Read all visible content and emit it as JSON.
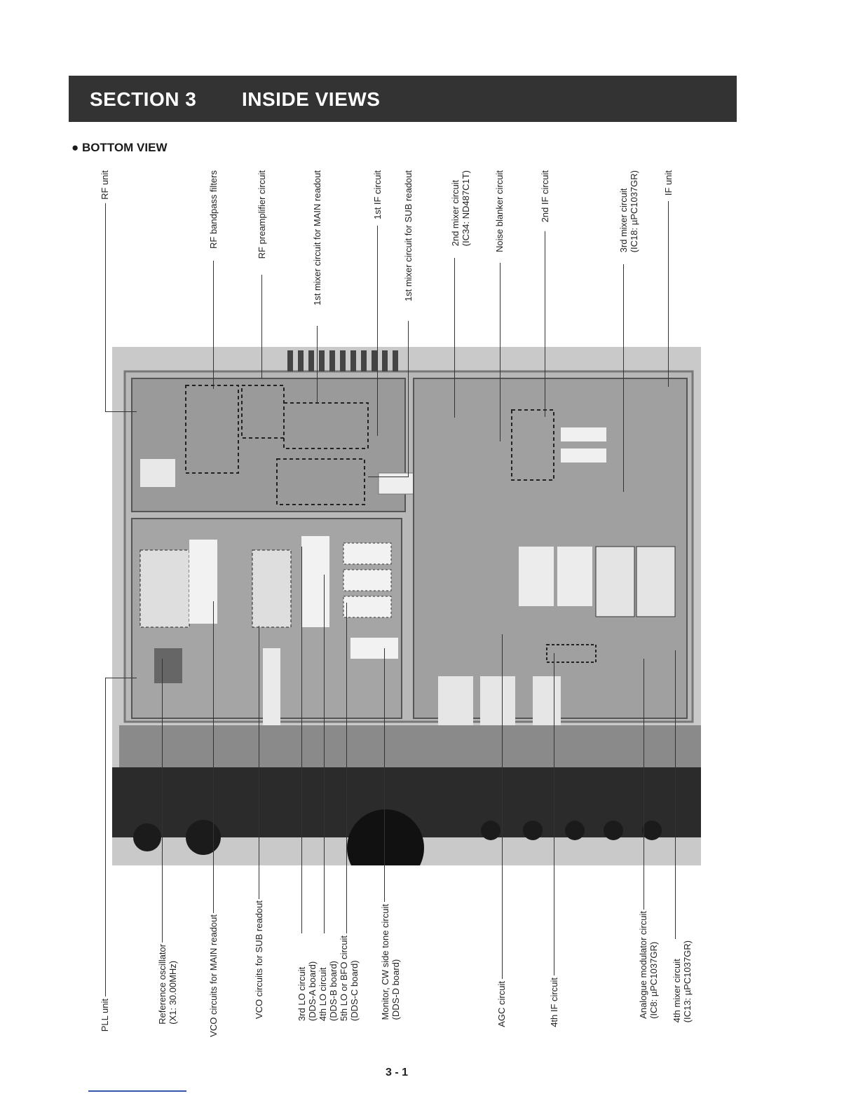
{
  "header": {
    "section": "SECTION  3",
    "title": "INSIDE VIEWS"
  },
  "subheading": "● BOTTOM VIEW",
  "top_labels": [
    {
      "lines": [
        "RF unit"
      ]
    },
    {
      "lines": [
        "RF bandpass filters"
      ]
    },
    {
      "lines": [
        "RF preamplifier circuit"
      ]
    },
    {
      "lines": [
        "1st mixer circuit for MAIN readout"
      ]
    },
    {
      "lines": [
        "1st IF circuit"
      ]
    },
    {
      "lines": [
        "1st mixer circuit for SUB readout"
      ]
    },
    {
      "lines": [
        "2nd mixer circuit",
        "(IC34: ND487C1T)"
      ]
    },
    {
      "lines": [
        "Noise blanker circuit"
      ]
    },
    {
      "lines": [
        "2nd IF circuit"
      ]
    },
    {
      "lines": [
        "3rd mixer circuit",
        "(IC18: µPC1037GR)"
      ]
    },
    {
      "lines": [
        "IF unit"
      ]
    }
  ],
  "bottom_labels": [
    {
      "lines": [
        "PLL unit"
      ]
    },
    {
      "lines": [
        "Reference oscillator",
        "(X1: 30.00MHz)"
      ]
    },
    {
      "lines": [
        "VCO circuits for MAIN readout"
      ]
    },
    {
      "lines": [
        "VCO circuits for SUB readout"
      ]
    },
    {
      "lines": [
        "3rd LO circuit",
        "(DDS-A board)",
        "4th LO circuit",
        "(DDS-B board)",
        "5th LO or BFO circuit",
        "(DDS-C board)"
      ]
    },
    {
      "lines": [
        "Monitor, CW side tone circuit",
        "(DDS-D board)"
      ]
    },
    {
      "lines": [
        "AGC circuit"
      ]
    },
    {
      "lines": [
        "4th IF circuit"
      ]
    },
    {
      "lines": [
        "Analogue modulator circuit",
        "(IC8: µPC1037GR)"
      ]
    },
    {
      "lines": [
        "4th mixer circuit",
        "(IC13: µPC1037GR)"
      ]
    }
  ],
  "page_number": "3 - 1"
}
